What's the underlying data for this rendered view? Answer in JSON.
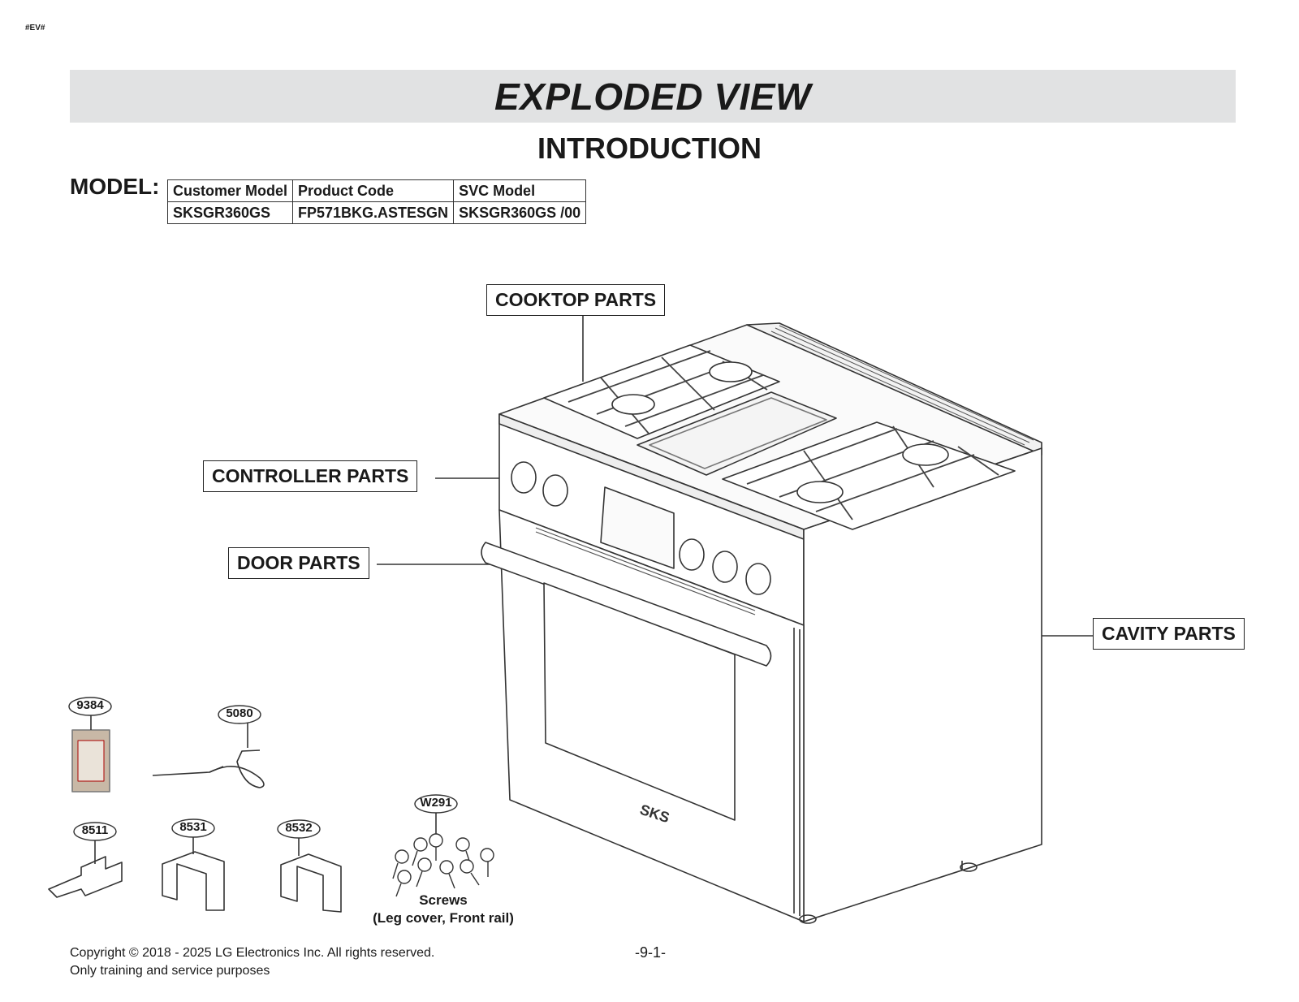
{
  "doc_tag": "#EV#",
  "banner_title": "EXPLODED VIEW",
  "subtitle": "INTRODUCTION",
  "model_label": "MODEL:",
  "model_table": {
    "headers": [
      "Customer Model",
      "Product Code",
      "SVC Model"
    ],
    "row": [
      "SKSGR360GS",
      "FP571BKG.ASTESGN",
      "SKSGR360GS  /00"
    ]
  },
  "callouts": {
    "cooktop": "COOKTOP PARTS",
    "controller": "CONTROLLER  PARTS",
    "door": "DOOR PARTS",
    "cavity": "CAVITY PARTS"
  },
  "oven_brand": "SKS",
  "parts": {
    "p9384": "9384",
    "p5080": "5080",
    "p8511": "8511",
    "p8531": "8531",
    "p8532": "8532",
    "pW291": "W291"
  },
  "screws_caption": {
    "line1": "Screws",
    "line2": "(Leg cover, Front rail)"
  },
  "footer": {
    "copyright": "Copyright © 2018 - 2025 LG Electronics Inc. All rights reserved.",
    "purpose": "Only training and service purposes",
    "page": "-9-1-"
  }
}
